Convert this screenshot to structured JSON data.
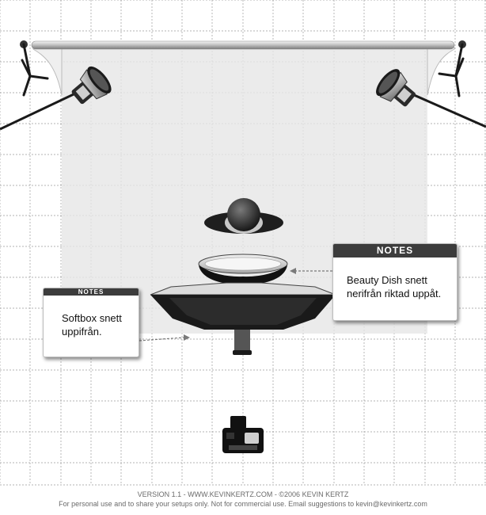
{
  "notes": {
    "left": {
      "header": "NOTES",
      "text": "Softbox snett uppifrån."
    },
    "right": {
      "header": "NOTES",
      "text": "Beauty Dish snett nerifrån riktad uppåt."
    }
  },
  "footer": {
    "line1": "VERSION 1.1  -  WWW.KEVINKERTZ.COM  -  ©2006 KEVIN KERTZ",
    "line2": "For personal use and to share your setups only. Not for commercial use.  Email suggestions to kevin@kevinkertz.com"
  },
  "colors": {
    "grid": "#9a9a9a",
    "backdrop": "#e6e6e6",
    "equipment": "#1e1e1e",
    "note_header": "#3c3c3c"
  }
}
